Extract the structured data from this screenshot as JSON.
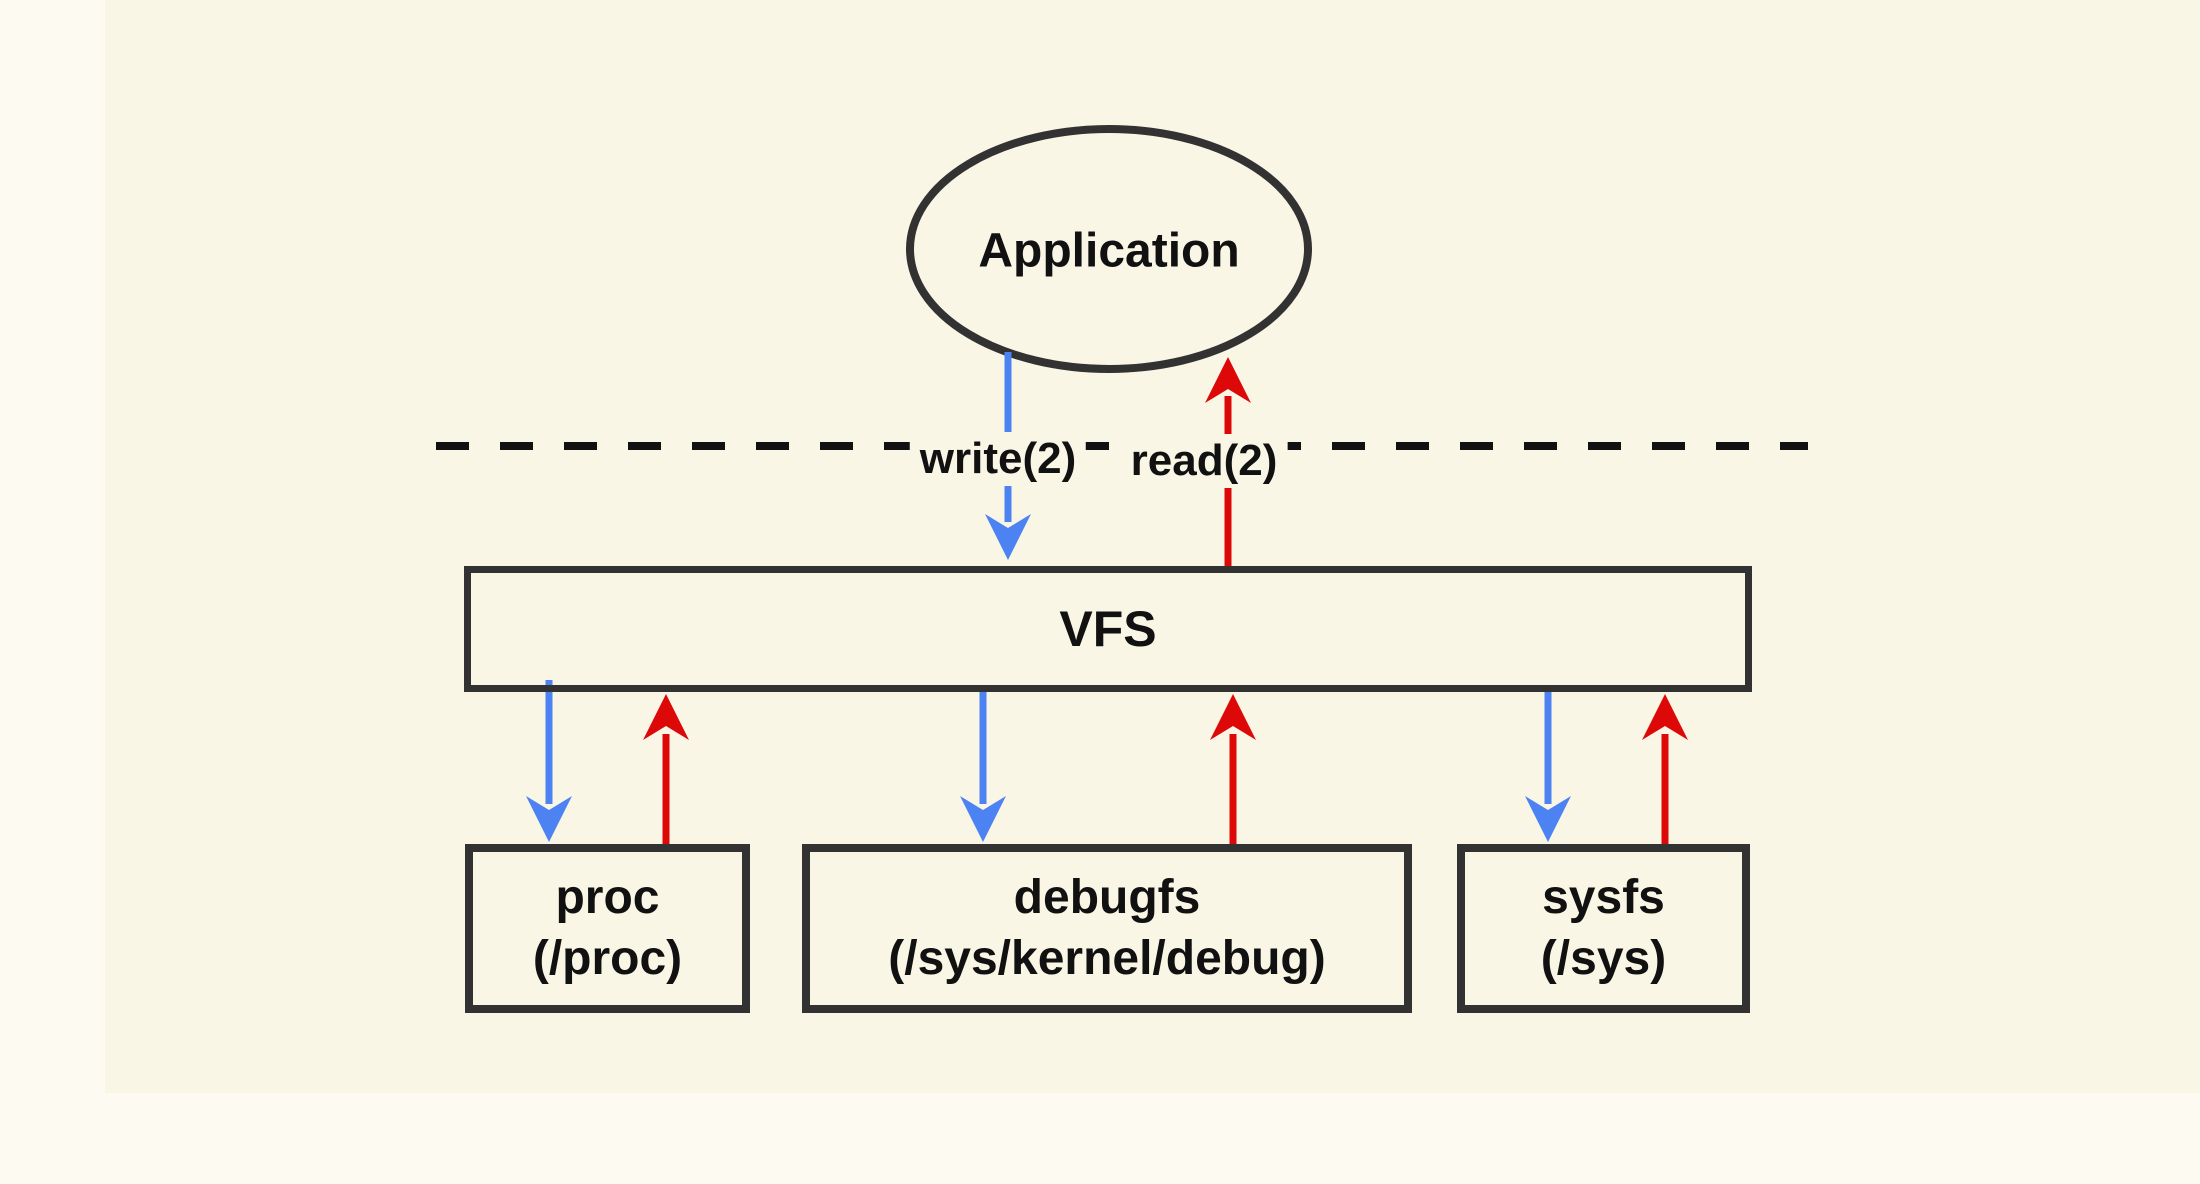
{
  "diagram": {
    "title_node": {
      "label": "Application"
    },
    "boundary": {
      "write_label": "write(2)",
      "read_label": "read(2)"
    },
    "vfs": {
      "label": "VFS"
    },
    "filesystems": [
      {
        "name": "proc",
        "path": "(/proc)"
      },
      {
        "name": "debugfs",
        "path": "(/sys/kernel/debug)"
      },
      {
        "name": "sysfs",
        "path": "(/sys)"
      }
    ],
    "colors": {
      "background": "#faf6e6",
      "margin_light": "#fdfbf1",
      "stroke": "#323232",
      "text": "#111111",
      "write_arrow": "#4d82f2",
      "read_arrow": "#dd0808"
    }
  }
}
